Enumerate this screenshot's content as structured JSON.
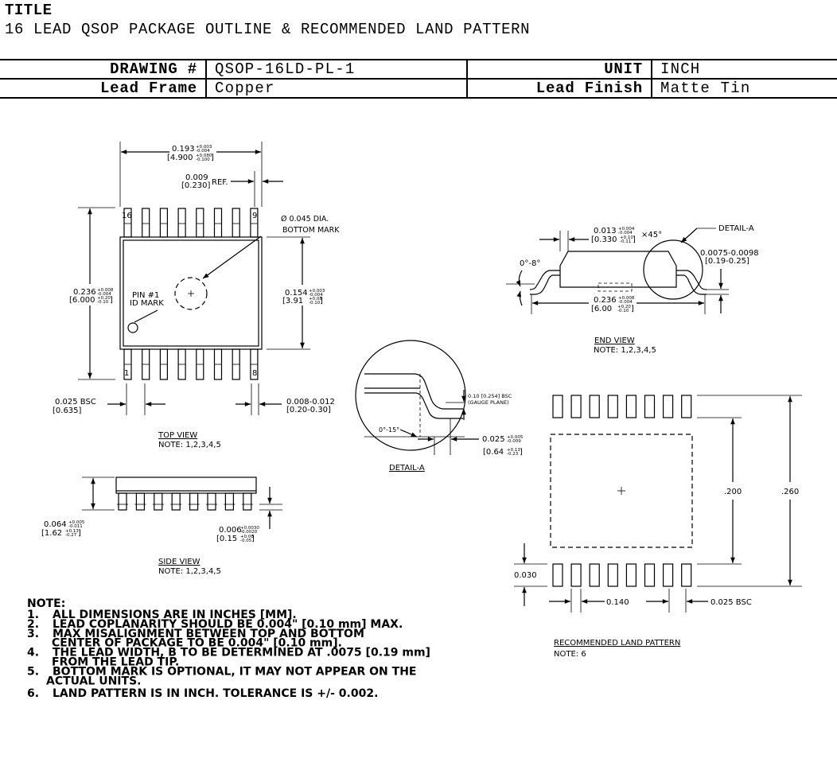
{
  "header": {
    "title_label": "TITLE",
    "title": "16 LEAD QSOP PACKAGE OUTLINE & RECOMMENDED LAND PATTERN"
  },
  "info_table": {
    "drawing_label": "DRAWING #",
    "drawing_value": "QSOP-16LD-PL-1",
    "unit_label": "UNIT",
    "unit_value": "INCH",
    "lead_frame_label": "Lead Frame",
    "lead_frame_value": "Copper",
    "lead_finish_label": "Lead Finish",
    "lead_finish_value": "Matte Tin"
  },
  "top_view": {
    "body_length": "0.193",
    "body_length_tol_plus": "+0.003",
    "body_length_tol_minus": "-0.004",
    "body_length_mm": "[4.900",
    "body_length_mm_tol_plus": "+0.080",
    "body_length_mm_tol_minus": "-0.100",
    "ref_value": "0.009",
    "ref_mm": "[0.230]",
    "ref_label": "REF.",
    "bottom_mark_1": "Ø 0.045 DIA.",
    "bottom_mark_2": "BOTTOM MARK",
    "pin1_label_1": "PIN #1",
    "pin1_label_2": "ID MARK",
    "overall_width": "0.236",
    "overall_width_tol_plus": "+0.008",
    "overall_width_tol_minus": "-0.004",
    "overall_width_mm": "[6.000",
    "overall_width_mm_tol_plus": "+0.20",
    "overall_width_mm_tol_minus": "-0.10",
    "body_width": "0.154",
    "body_width_tol_plus": "+0.003",
    "body_width_tol_minus": "-0.004",
    "body_width_mm": "[3.91",
    "body_width_mm_tol_plus": "+0.08",
    "body_width_mm_tol_minus": "-0.10",
    "pin_16": "16",
    "pin_9": "9",
    "pin_1": "1",
    "pin_8": "8",
    "pitch": "0.025 BSC",
    "pitch_mm": "[0.635]",
    "lead_width": "0.008-0.012",
    "lead_width_mm": "[0.20-0.30]",
    "view_title": "TOP VIEW",
    "view_note": "NOTE: 1,2,3,4,5"
  },
  "side_view": {
    "height": "0.064",
    "height_tol_plus": "+0.005",
    "height_tol_minus": "-0.011",
    "height_mm": "[1.62",
    "height_mm_tol_plus": "+0.13",
    "height_mm_tol_minus": "-0.27",
    "standoff": "0.006",
    "standoff_tol_plus": "+0.0030",
    "standoff_tol_minus": "-0.0020",
    "standoff_mm": "[0.15",
    "standoff_mm_tol_plus": "+0.08",
    "standoff_mm_tol_minus": "-0.05",
    "view_title": "SIDE VIEW",
    "view_note": "NOTE: 1,2,3,4,5"
  },
  "detail_a": {
    "gauge_1": "0.10 [0.254] BSC",
    "gauge_2": "(GAUGE PLANE)",
    "angle": "0°-15°",
    "foot": "0.025",
    "foot_tol_plus": "+0.005",
    "foot_tol_minus": "-0.009",
    "foot_mm": "[0.64",
    "foot_mm_tol_plus": "+0.13",
    "foot_mm_tol_minus": "-0.23",
    "title": "DETAIL-A"
  },
  "end_view": {
    "chamfer": "0.013",
    "chamfer_tol_plus": "+0.004",
    "chamfer_tol_minus": "-0.004",
    "chamfer_mm": "[0.330",
    "chamfer_mm_tol_plus": "+0.10",
    "chamfer_mm_tol_minus": "-0.11",
    "chamfer_angle": "×45°",
    "detail_label": "DETAIL-A",
    "lead_thick": "0.0075-0.0098",
    "lead_thick_mm": "[0.19-0.25]",
    "angle": "0°-8°",
    "width": "0.236",
    "width_tol_plus": "+0.008",
    "width_tol_minus": "-0.004",
    "width_mm": "[6.00",
    "width_mm_tol_plus": "+0.20",
    "width_mm_tol_minus": "-0.10",
    "view_title": "END VIEW",
    "view_note": "NOTE: 1,2,3,4,5"
  },
  "land_pattern": {
    "inner": ".200",
    "outer": ".260",
    "pad_len": "0.030",
    "pad_width": "0.140",
    "pitch": "0.025 BSC",
    "title": "RECOMMENDED LAND PATTERN",
    "note": "NOTE: 6"
  },
  "notes": {
    "heading": "NOTE:",
    "items": [
      {
        "num": "1.",
        "text": "ALL DIMENSIONS ARE IN INCHES [MM]."
      },
      {
        "num": "2.",
        "text": "LEAD COPLANARITY SHOULD BE 0.004\" [0.10 mm] MAX."
      },
      {
        "num": "3.",
        "text": "MAX MISALIGNMENT BETWEEN TOP AND BOTTOM"
      },
      {
        "num": "",
        "text": "CENTER OF PACKAGE TO BE 0.004\" [0.10 mm]."
      },
      {
        "num": "4.",
        "text": "THE LEAD WIDTH, B TO BE DETERMINED AT .0075 [0.19 mm]"
      },
      {
        "num": "",
        "text": "FROM THE LEAD TIP."
      },
      {
        "num": "5.",
        "text": "BOTTOM MARK IS OPTIONAL, IT MAY NOT APPEAR ON THE"
      },
      {
        "num": "",
        "text": "ACTUAL UNITS."
      },
      {
        "num": "6.",
        "text": "LAND PATTERN IS IN INCH. TOLERANCE IS +/- 0.002."
      }
    ]
  }
}
